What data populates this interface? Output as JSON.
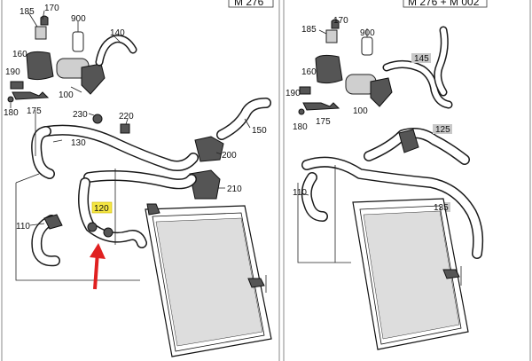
{
  "panels": {
    "left": {
      "header": "M 276"
    },
    "right": {
      "header": "M 276 + M 002"
    }
  },
  "left_labels": [
    "185",
    "170",
    "900",
    "140",
    "160",
    "100",
    "190",
    "180",
    "175",
    "230",
    "220",
    "150",
    "130",
    "200",
    "210",
    "120",
    "110"
  ],
  "right_labels": [
    "185",
    "170",
    "900",
    "160",
    "190",
    "180",
    "175",
    "100",
    "145",
    "125",
    "110",
    "135"
  ],
  "highlight": {
    "label": "120",
    "color": "#f5e642"
  },
  "colors": {
    "arrow": "#e02020",
    "tag_grey": "#c8c8c8"
  }
}
